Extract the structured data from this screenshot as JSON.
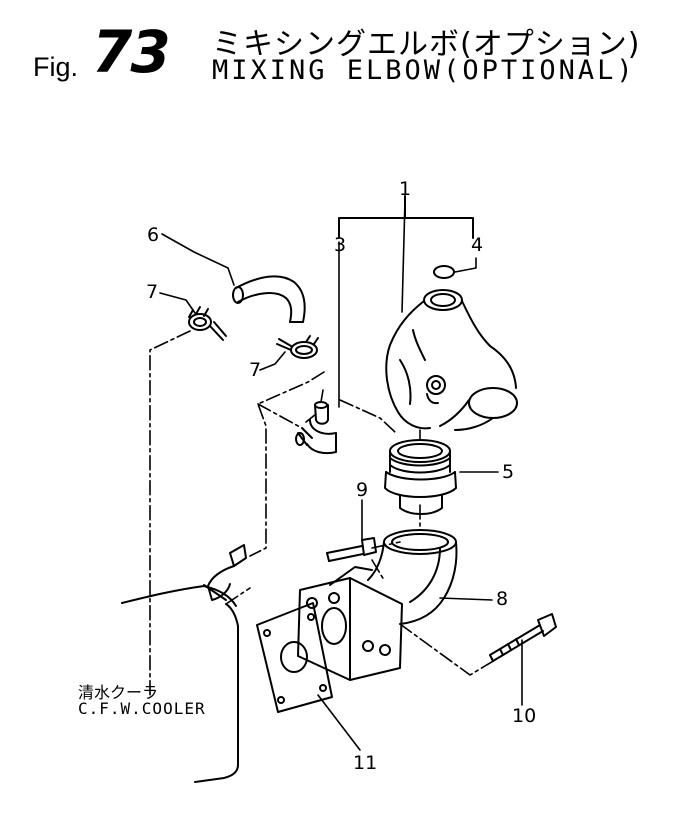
{
  "figure": {
    "prefix": "Fig.",
    "number": "73",
    "title_jp": "ミキシングエルボ(オプション)",
    "title_en": "MIXING ELBOW(OPTIONAL)"
  },
  "cooler_label": {
    "jp": "清水クーラ",
    "en": "C.F.W.COOLER"
  },
  "callouts": {
    "c1": "1",
    "c3": "3",
    "c4": "4",
    "c5": "5",
    "c6": "6",
    "c7a": "7",
    "c7b": "7",
    "c8": "8",
    "c9": "9",
    "c10": "10",
    "c11": "11"
  },
  "colors": {
    "ink": "#000000",
    "paper": "#ffffff"
  }
}
